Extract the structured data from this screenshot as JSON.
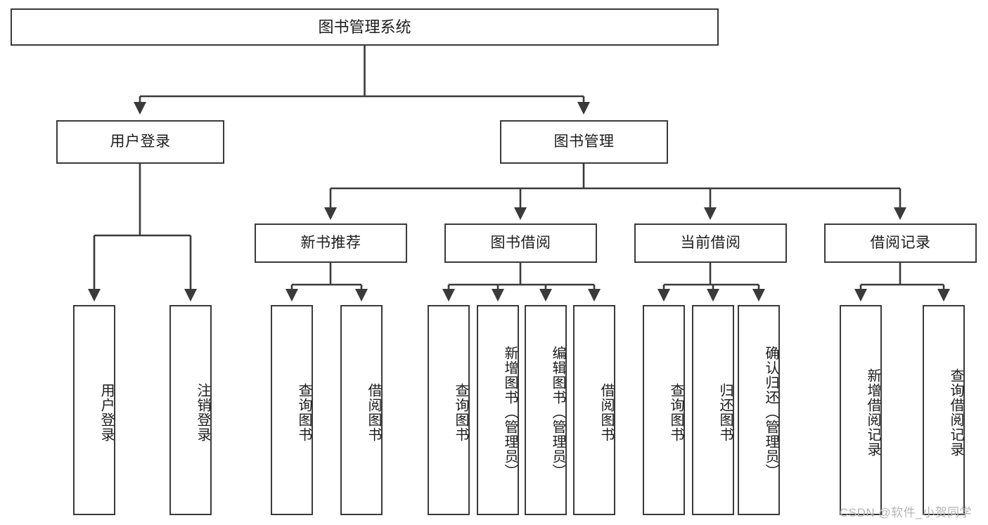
{
  "diagram": {
    "type": "tree-hierarchy",
    "title": "图书管理系统",
    "root": {
      "label": "图书管理系统"
    },
    "level1": [
      {
        "id": "user-login",
        "label": "用户登录"
      },
      {
        "id": "book-management",
        "label": "图书管理"
      }
    ],
    "level2": [
      {
        "id": "new-book-recommend",
        "label": "新书推荐",
        "parent": "book-management"
      },
      {
        "id": "book-borrow",
        "label": "图书借阅",
        "parent": "book-management"
      },
      {
        "id": "current-borrow",
        "label": "当前借阅",
        "parent": "book-management"
      },
      {
        "id": "borrow-record",
        "label": "借阅记录",
        "parent": "book-management"
      }
    ],
    "leaves": [
      {
        "id": "leaf-user-login",
        "label": "用户登录",
        "parent": "user-login"
      },
      {
        "id": "leaf-logout-login",
        "label": "注销登录",
        "parent": "user-login"
      },
      {
        "id": "leaf-query-book-1",
        "label": "查询图书",
        "parent": "new-book-recommend"
      },
      {
        "id": "leaf-borrow-book-1",
        "label": "借阅图书",
        "parent": "new-book-recommend"
      },
      {
        "id": "leaf-query-book-2",
        "label": "查询图书",
        "parent": "book-borrow"
      },
      {
        "id": "leaf-add-book-admin",
        "label": "新增图书（管理员）",
        "parent": "book-borrow"
      },
      {
        "id": "leaf-edit-book-admin",
        "label": "编辑图书（管理员）",
        "parent": "book-borrow"
      },
      {
        "id": "leaf-borrow-book-2",
        "label": "借阅图书",
        "parent": "book-borrow"
      },
      {
        "id": "leaf-query-book-3",
        "label": "查询图书",
        "parent": "current-borrow"
      },
      {
        "id": "leaf-return-book",
        "label": "归还图书",
        "parent": "current-borrow"
      },
      {
        "id": "leaf-confirm-return-admin",
        "label": "确认归还（管理员）",
        "parent": "current-borrow"
      },
      {
        "id": "leaf-add-borrow-record",
        "label": "新增借阅记录",
        "parent": "borrow-record"
      },
      {
        "id": "leaf-query-borrow-record",
        "label": "查询借阅记录",
        "parent": "borrow-record"
      }
    ],
    "colors": {
      "stroke": "#3a3a3a",
      "fill": "#ffffff",
      "text": "#1c1c1c",
      "watermark": "#b6b6b6"
    }
  },
  "watermark": {
    "text": "CSDN @软件_小贺同学"
  }
}
